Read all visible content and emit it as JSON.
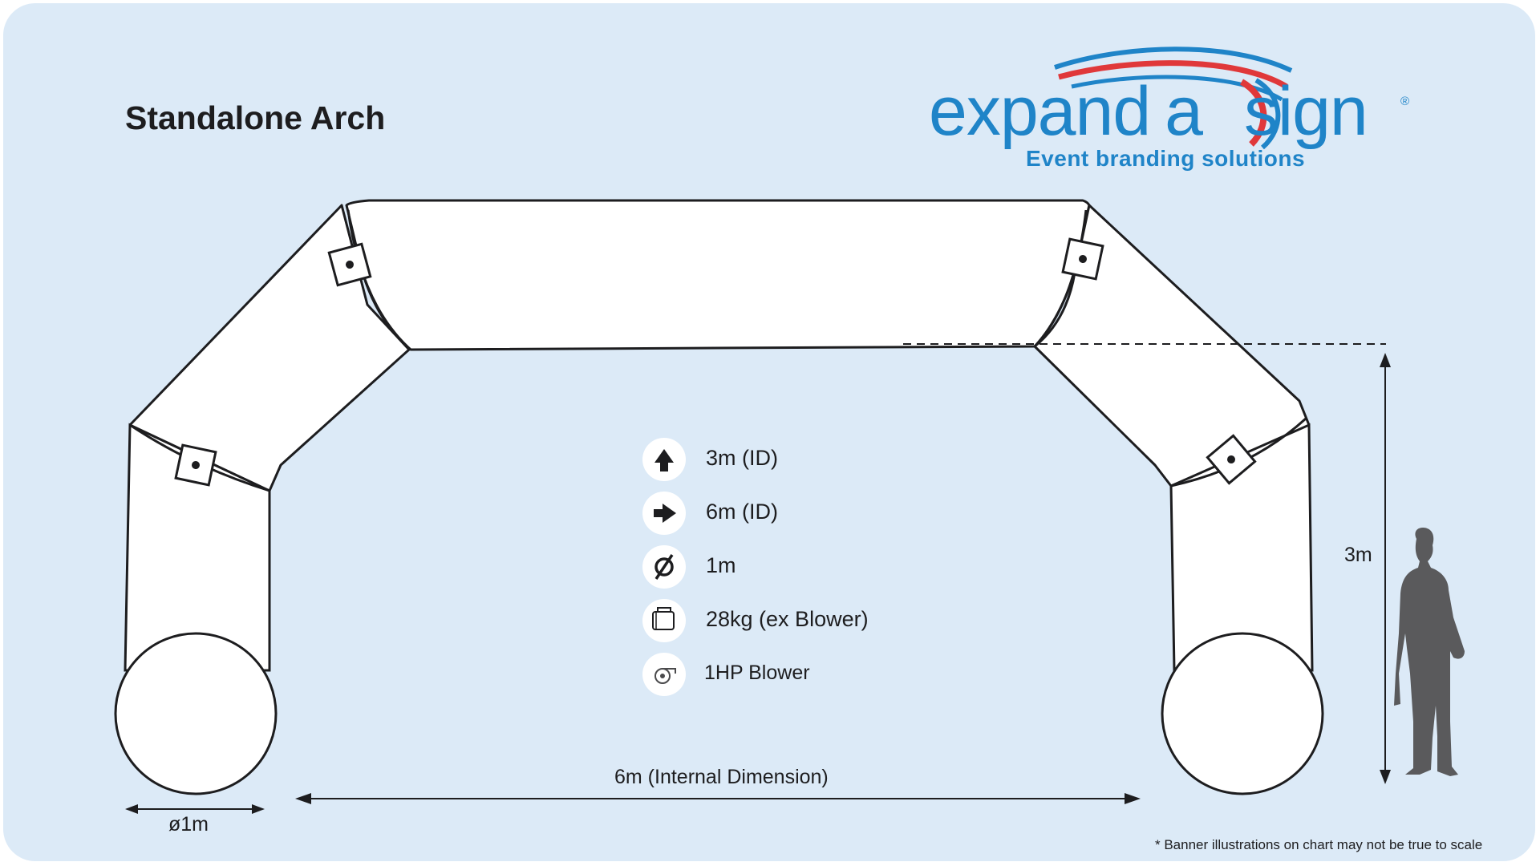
{
  "title": "Standalone Arch",
  "logo": {
    "word_left": "expand",
    "word_a": "a",
    "word_right": "sign",
    "registered": "®",
    "tagline": "Event branding solutions",
    "brand_blue": "#1f84c8",
    "brand_red": "#e0383a"
  },
  "specs": [
    {
      "icon": "arrow-up-icon",
      "label": "3m (ID)"
    },
    {
      "icon": "arrow-right-icon",
      "label": "6m (ID)"
    },
    {
      "icon": "diameter-icon",
      "label": "1m"
    },
    {
      "icon": "weight-bag-icon",
      "label": "28kg (ex Blower)"
    },
    {
      "icon": "blower-icon",
      "label": "1HP Blower"
    }
  ],
  "dimensions": {
    "width": "6m (Internal Dimension)",
    "height": "3m",
    "diameter": "ø1m"
  },
  "footnote": "* Banner illustrations on chart may not be true to scale",
  "colors": {
    "background": "#dceaf7",
    "arch_fill": "#ffffff",
    "outline": "#1d1d1f",
    "silhouette": "#5a5a5c"
  }
}
